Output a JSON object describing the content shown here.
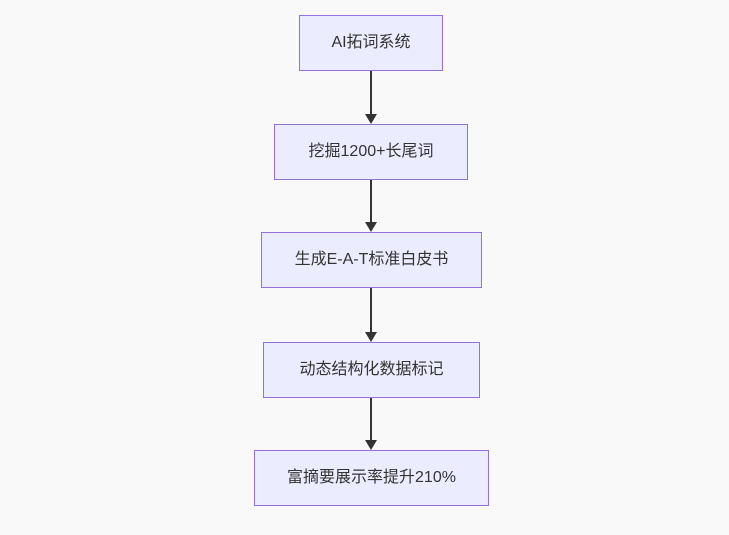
{
  "diagram": {
    "type": "flowchart",
    "direction": "top-down",
    "nodes": [
      {
        "id": "A",
        "label": "AI拓词系统"
      },
      {
        "id": "B",
        "label": "挖掘1200+长尾词"
      },
      {
        "id": "C",
        "label": "生成E-A-T标准白皮书"
      },
      {
        "id": "D",
        "label": "动态结构化数据标记"
      },
      {
        "id": "E",
        "label": "富摘要展示率提升210%"
      }
    ],
    "edges": [
      {
        "from": "A",
        "to": "B"
      },
      {
        "from": "B",
        "to": "C"
      },
      {
        "from": "C",
        "to": "D"
      },
      {
        "from": "D",
        "to": "E"
      }
    ],
    "colors": {
      "background": "#f9f9f9",
      "node_fill": "#ECECFF",
      "node_border": "#9370DB",
      "node_text": "#333333",
      "arrow": "#333333"
    }
  }
}
